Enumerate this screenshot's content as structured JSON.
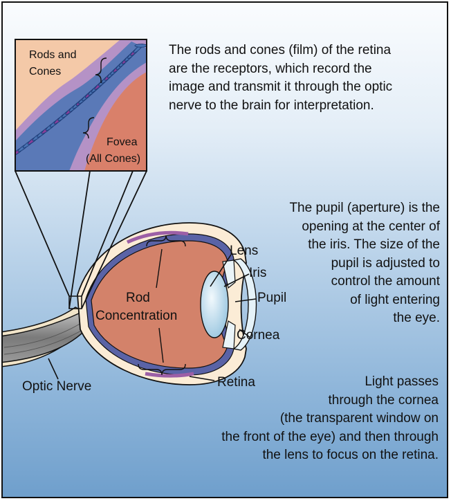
{
  "inset": {
    "rods_and_cones_line1": "Rods and",
    "rods_and_cones_line2": "Cones",
    "fovea_line1": "Fovea",
    "fovea_line2": "(All Cones)"
  },
  "labels": {
    "rod_line1": "Rod",
    "rod_line2": "Concentration",
    "lens": "Lens",
    "iris": "Iris",
    "pupil": "Pupil",
    "cornea": "Cornea",
    "retina": "Retina",
    "optic_nerve": "Optic Nerve"
  },
  "paragraphs": {
    "retina_text": [
      "The rods and cones (film) of the retina",
      "are the receptors, which record the",
      "image and transmit it through the optic",
      "nerve to the brain for interpretation."
    ],
    "pupil_text": [
      "The pupil (aperture) is the",
      "opening at the center of",
      "the iris. The size of the",
      "pupil is adjusted to",
      "control the amount",
      "of light entering",
      "the eye."
    ],
    "light_text": [
      "Light passes",
      "through the cornea",
      "(the transparent window on",
      "the front of the eye) and then through",
      "the lens to focus on the retina."
    ]
  },
  "colors": {
    "eye_interior": "#d3826a",
    "choroid": "#5a63a6",
    "retina_purple": "#9c5fa6",
    "sclera": "#fbecd6",
    "cornea": "#e5f2f8",
    "lens": "#b7d8ea",
    "nerve": "#8c8c8c",
    "inset_bg": "#f4c9a8",
    "inset_tissue": "#d9806a",
    "inset_band": "#b592c6",
    "rod_blue": "#4a74b4",
    "cone_purple": "#8a3f9a"
  }
}
